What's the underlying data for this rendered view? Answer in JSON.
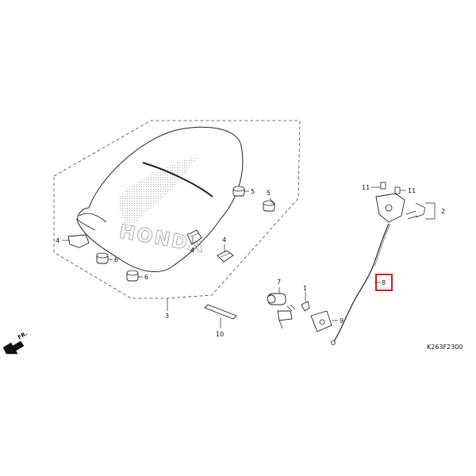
{
  "diagram": {
    "part_labels": {
      "p1": "1",
      "p2": "2",
      "p3": "3",
      "p4a": "4",
      "p4b": "4",
      "p4c": "4",
      "p5a": "5",
      "p5b": "5",
      "p6a": "6",
      "p6b": "6",
      "p7": "7",
      "p8": "8",
      "p9": "9",
      "p10": "10",
      "p11a": "11",
      "p11b": "11"
    },
    "diagram_code": "K263F2300",
    "direction_label": "FR.",
    "logo_text": "HONDA",
    "highlight_color": "#e0141e"
  }
}
